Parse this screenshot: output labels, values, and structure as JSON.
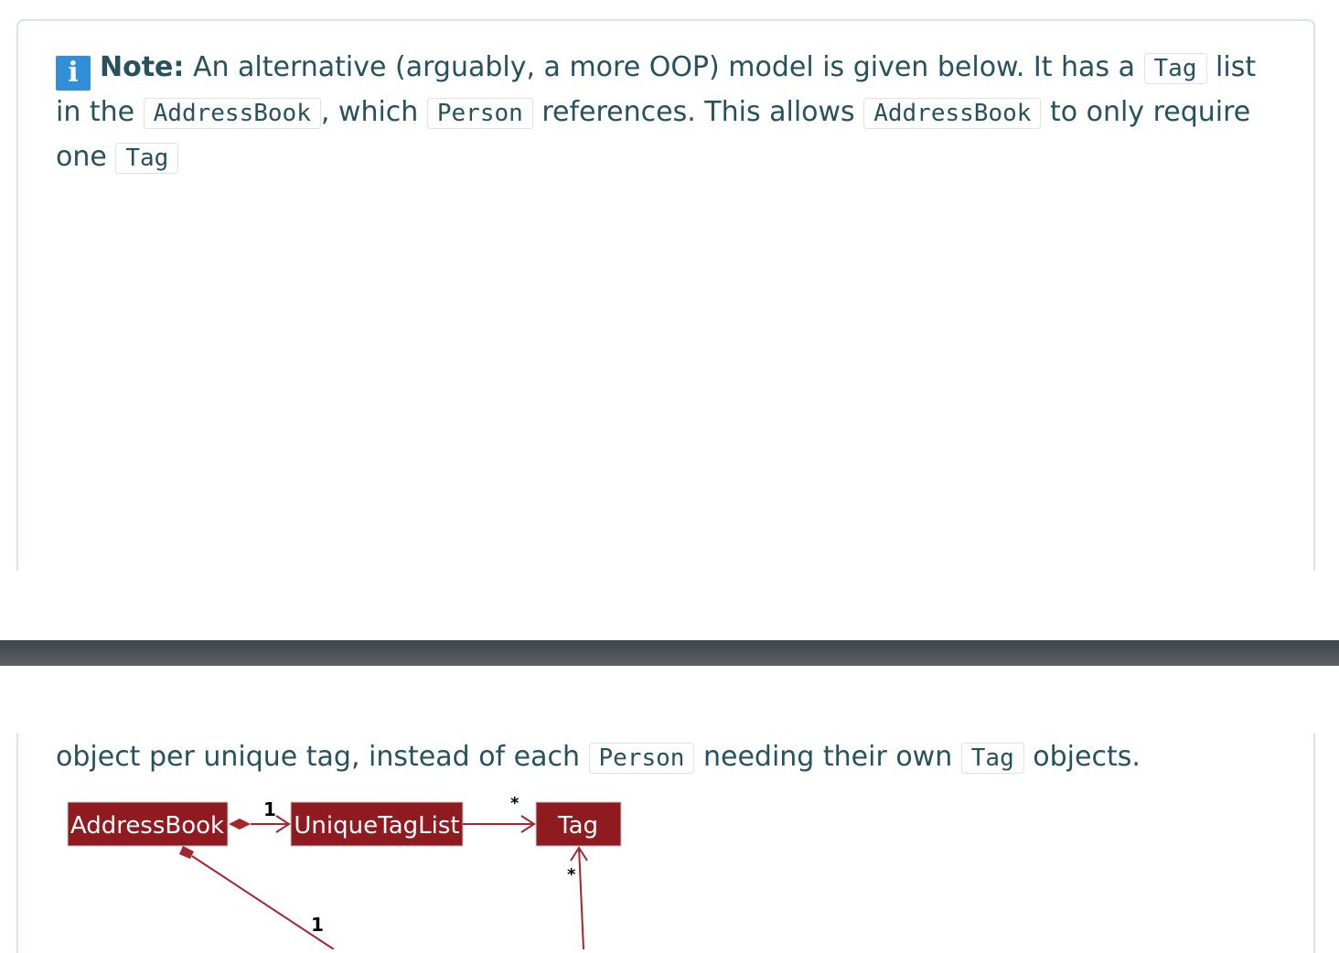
{
  "note": {
    "icon": "info-icon",
    "label": "Note:",
    "seg1": " An alternative (arguably, a more OOP) model is given below. It has a ",
    "code1": "Tag",
    "seg2": " list in the ",
    "code2": "AddressBook",
    "seg3": ", which ",
    "code3": "Person",
    "seg4": " references. This allows ",
    "code4": "AddressBook",
    "seg5": " to only require one ",
    "code5": "Tag"
  },
  "continuation": {
    "seg1": "object per unique tag, instead of each ",
    "code1": "Person",
    "seg2": " needing their own ",
    "code2": "Tag",
    "seg3": " objects."
  },
  "diagram": {
    "box_addressbook": "AddressBook",
    "box_uniquetaglist": "UniqueTagList",
    "box_tag": "Tag",
    "mult_ab_utl": "1",
    "mult_utl_tag": "*",
    "mult_tag_below": "*",
    "mult_ab_down": "1",
    "box_color": "#8f1a1f",
    "line_color": "#a3262c"
  }
}
